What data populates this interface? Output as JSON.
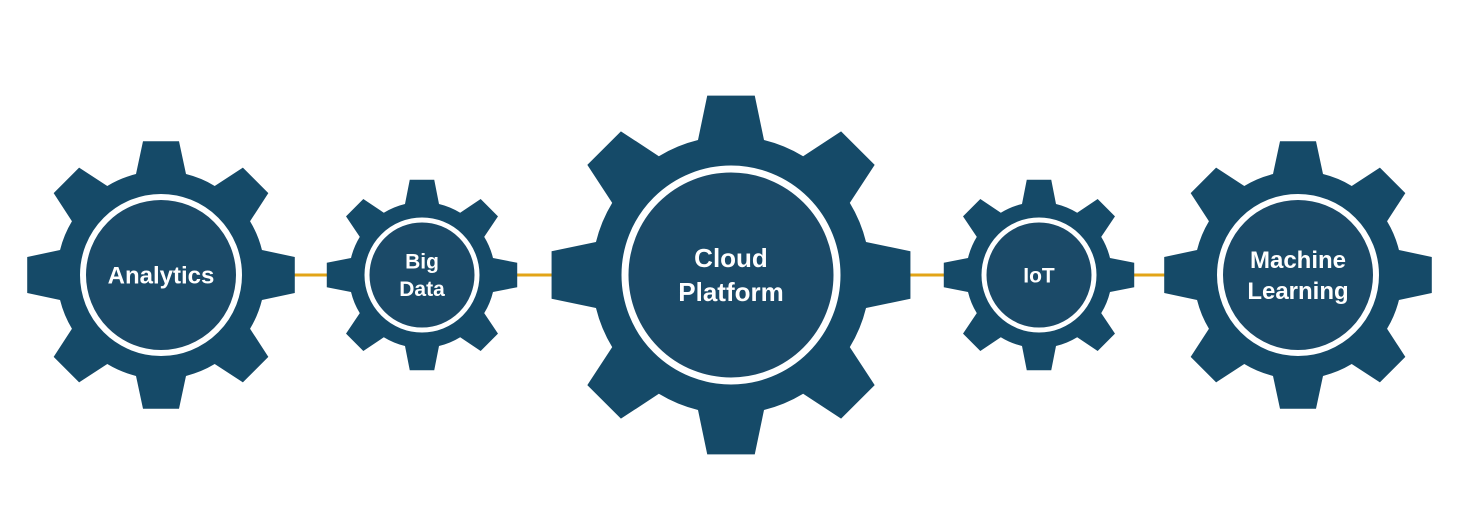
{
  "colors": {
    "gear": "#154a68",
    "hub": "#1b4a68",
    "ring": "#ffffff",
    "connector": "#e2a417",
    "text": "#ffffff",
    "background": "#ffffff"
  },
  "gears": [
    {
      "id": "analytics",
      "lines": [
        "Analytics"
      ],
      "size": "large"
    },
    {
      "id": "big-data",
      "lines": [
        "Big",
        "Data"
      ],
      "size": "small"
    },
    {
      "id": "cloud-platform",
      "lines": [
        "Cloud",
        "Platform"
      ],
      "size": "xlarge"
    },
    {
      "id": "iot",
      "lines": [
        "IoT"
      ],
      "size": "small"
    },
    {
      "id": "machine-learning",
      "lines": [
        "Machine",
        "Learning"
      ],
      "size": "large"
    }
  ],
  "connections": [
    [
      "analytics",
      "big-data"
    ],
    [
      "big-data",
      "cloud-platform"
    ],
    [
      "cloud-platform",
      "iot"
    ],
    [
      "iot",
      "machine-learning"
    ]
  ]
}
